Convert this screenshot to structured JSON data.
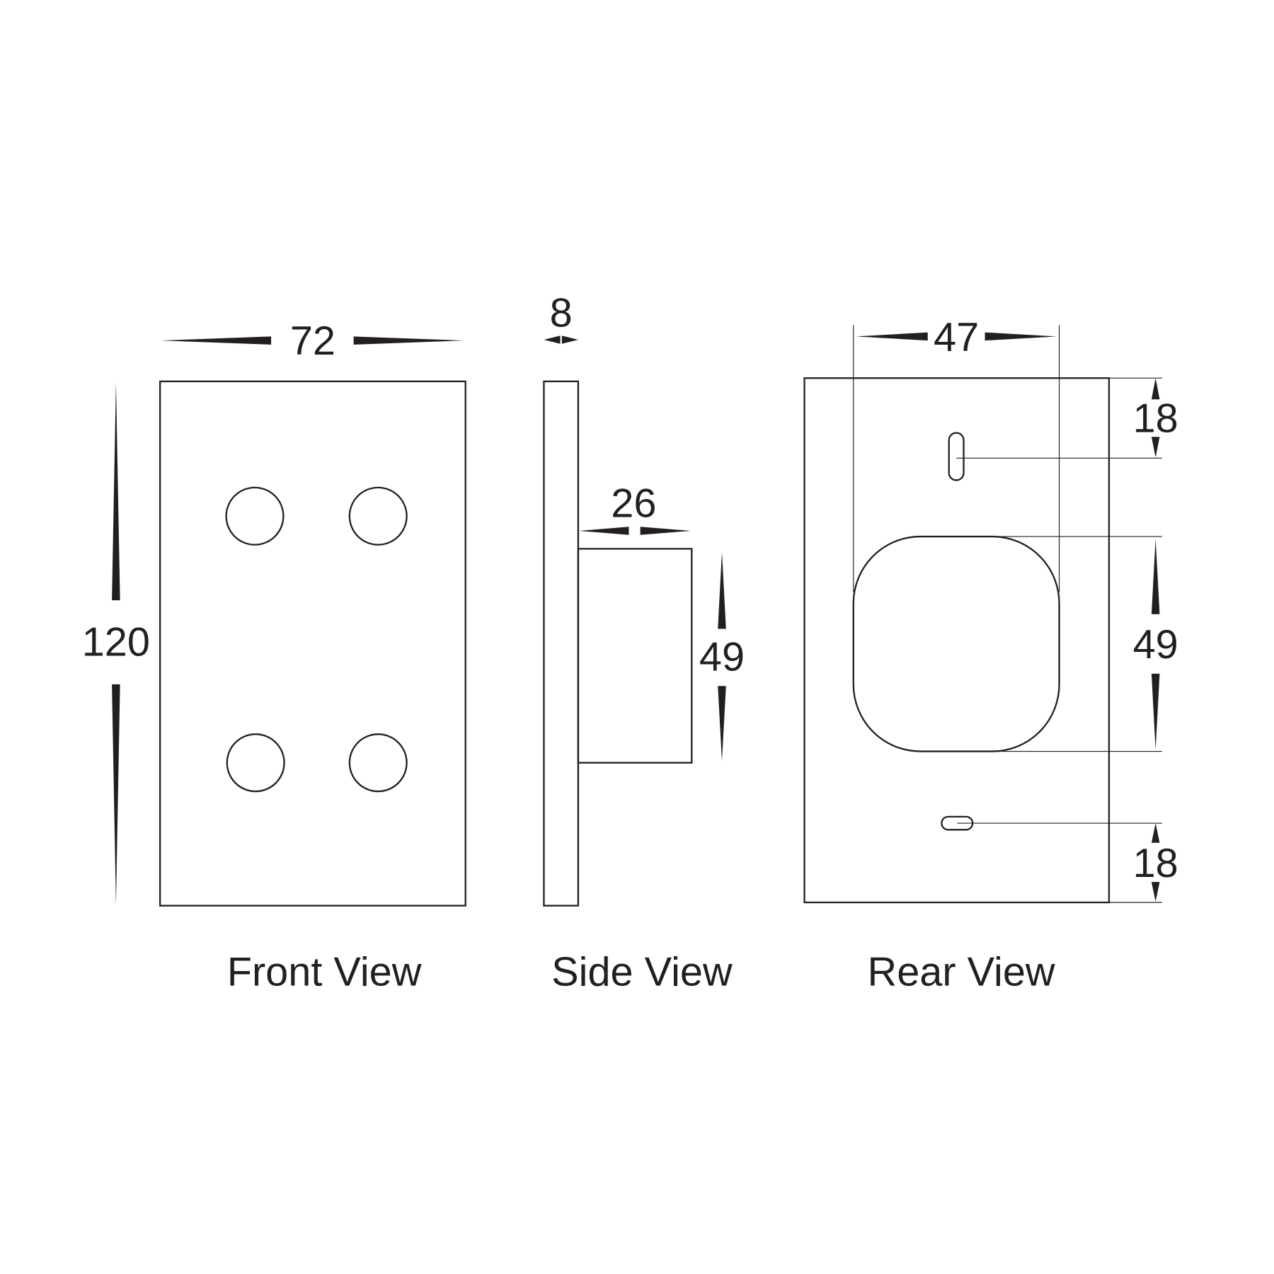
{
  "front_view": {
    "caption": "Front View",
    "width_label": "72",
    "height_label": "120"
  },
  "side_view": {
    "caption": "Side View",
    "plate_thickness_label": "8",
    "box_depth_label": "26",
    "box_height_label": "49"
  },
  "rear_view": {
    "caption": "Rear View",
    "box_width_label": "47",
    "top_slot_offset_label": "18",
    "box_height_label": "49",
    "bottom_slot_offset_label": "18"
  },
  "colors": {
    "line": "#231f20",
    "background": "#ffffff"
  }
}
